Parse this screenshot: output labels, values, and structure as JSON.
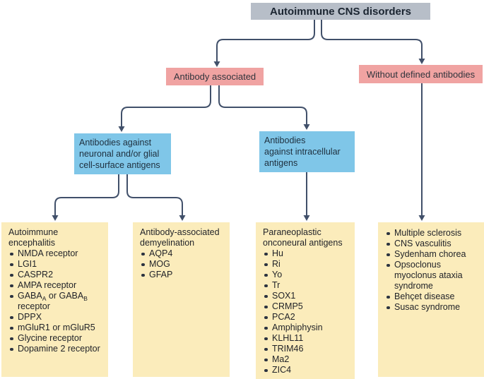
{
  "root": {
    "label": "Autoimmune CNS disorders"
  },
  "branches": {
    "antibody_associated": {
      "label": "Antibody associated"
    },
    "without_antibodies": {
      "label": "Without defined antibodies"
    }
  },
  "antigen_nodes": {
    "surface": {
      "lines": [
        "Antibodies against",
        "neuronal and/or glial",
        "cell-surface antigens"
      ]
    },
    "intracellular": {
      "lines": [
        "Antibodies",
        "against intracellular",
        "antigens"
      ]
    }
  },
  "leaves": {
    "encephalitis": {
      "title_lines": [
        "Autoimmune",
        "encephalitis"
      ],
      "items": [
        "NMDA receptor",
        "LGI1",
        "CASPR2",
        "AMPA receptor"
      ],
      "gaba_item": {
        "pre": "GABA",
        "sub_a": "A",
        "mid": " or GABA",
        "sub_b": "B",
        "post": "receptor"
      },
      "items_after_gaba": [
        "DPPX",
        "mGluR1 or mGluR5",
        "Glycine receptor",
        "Dopamine 2 receptor"
      ]
    },
    "demyelination": {
      "title_lines": [
        "Antibody-associated",
        "demyelination"
      ],
      "items": [
        "AQP4",
        "MOG",
        "GFAP"
      ]
    },
    "paraneoplastic": {
      "title_lines": [
        "Paraneoplastic",
        "onconeural antigens"
      ],
      "items": [
        "Hu",
        "Ri",
        "Yo",
        "Tr",
        "SOX1",
        "CRMP5",
        "PCA2",
        "Amphiphysin",
        "KLHL11",
        "TRIM46",
        "Ma2",
        "ZIC4"
      ]
    },
    "no_defined_antibody": {
      "items": [
        "Multiple sclerosis",
        "CNS vasculitis",
        "Sydenham chorea",
        "Opsoclonus myoclonus ataxia syndrome",
        "Behçet disease",
        "Susac syndrome"
      ]
    }
  },
  "colors": {
    "root_fill": "#b7bec8",
    "branch_fill": "#f0a3a2",
    "antigen_fill": "#7fc6e8",
    "leaf_fill": "#fbecbb",
    "connector": "#41506a"
  }
}
